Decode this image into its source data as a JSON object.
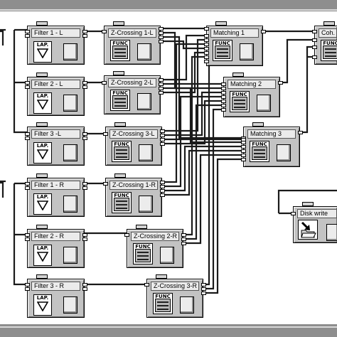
{
  "canvas": {
    "background": "#ffffff",
    "node_color": "#c3c3c3",
    "wire_color": "#1a1a1a",
    "frame_color": "#8e8e8e"
  },
  "icons": {
    "lap": "LAP.",
    "func": "FUNC"
  },
  "nodes": [
    {
      "id": "filter-1-l",
      "label": "Filter 1 - L",
      "icon": "lap"
    },
    {
      "id": "filter-2-l",
      "label": "Filter 2 - L",
      "icon": "lap"
    },
    {
      "id": "filter-3-l",
      "label": "Filter 3 -L",
      "icon": "lap"
    },
    {
      "id": "filter-1-r",
      "label": "Filter 1 - R",
      "icon": "lap"
    },
    {
      "id": "filter-2-r",
      "label": "Filter 2 - R",
      "icon": "lap"
    },
    {
      "id": "filter-3-r",
      "label": "Filter 3 - R",
      "icon": "lap"
    },
    {
      "id": "zc-1-l",
      "label": "Z-Crossing 1-L",
      "icon": "func"
    },
    {
      "id": "zc-2-l",
      "label": "Z-Crossing 2-L",
      "icon": "func"
    },
    {
      "id": "zc-3-l",
      "label": "Z-Crossing 3-L",
      "icon": "func"
    },
    {
      "id": "zc-1-r",
      "label": "Z-Crossing 1-R",
      "icon": "func"
    },
    {
      "id": "zc-2-r",
      "label": "Z-Crossing 2-R",
      "icon": "func"
    },
    {
      "id": "zc-3-r",
      "label": "Z-Crossing 3-R",
      "icon": "func"
    },
    {
      "id": "matching-1",
      "label": "Matching 1",
      "icon": "func"
    },
    {
      "id": "matching-2",
      "label": "Matching 2",
      "icon": "func"
    },
    {
      "id": "matching-3",
      "label": "Matching 3",
      "icon": "func"
    },
    {
      "id": "coh",
      "label": "Coh.",
      "icon": "func"
    },
    {
      "id": "disk-write",
      "label": "Disk write",
      "icon": "disk"
    }
  ]
}
